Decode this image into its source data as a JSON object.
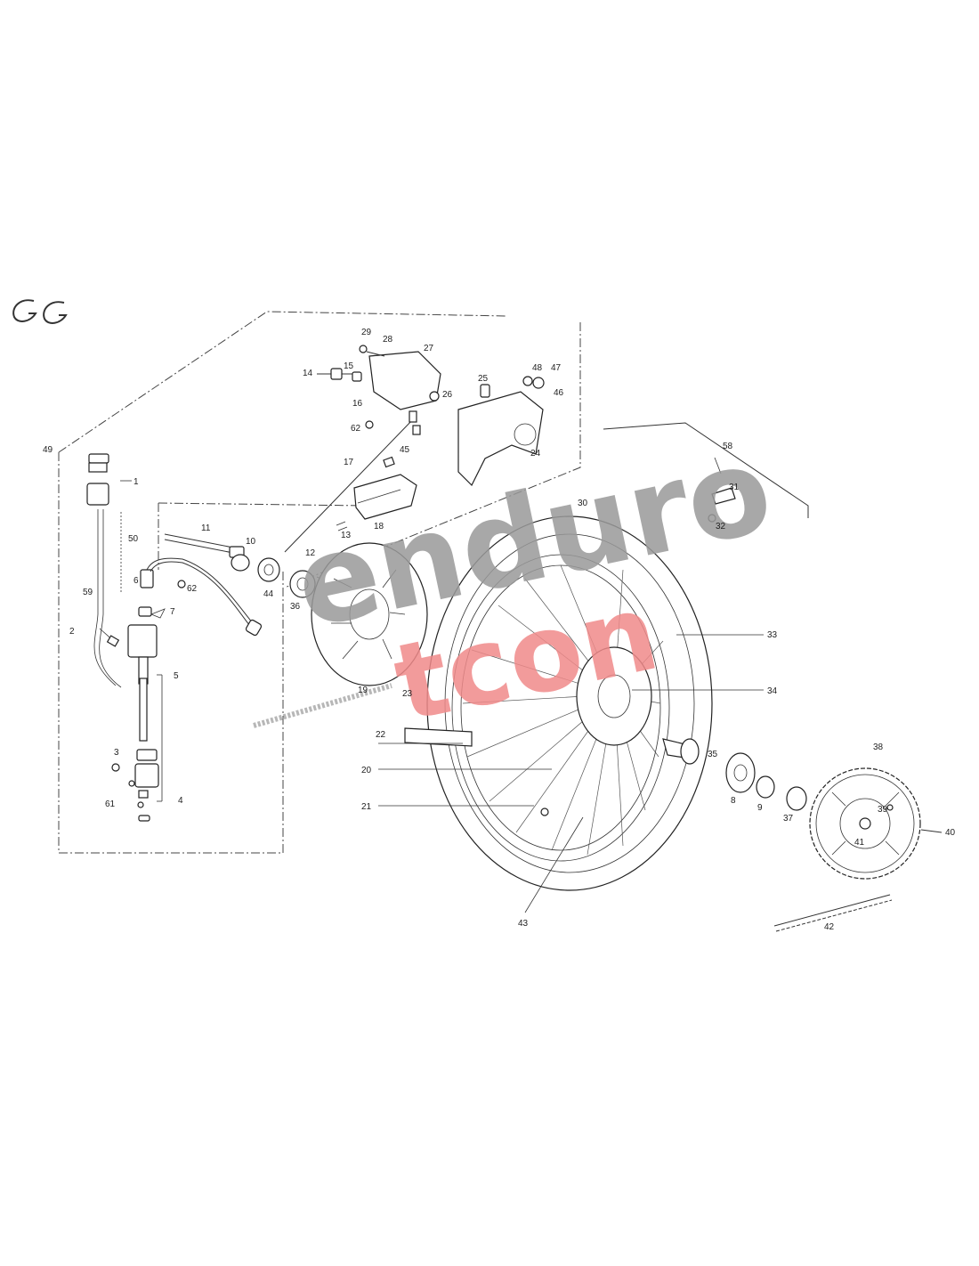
{
  "logo": {
    "text": "GG"
  },
  "watermark": {
    "line1": "enduro",
    "line2": "tcon"
  },
  "colors": {
    "watermark_gray": "#9a9a9a",
    "watermark_red": "#f08a8a",
    "ink": "#222222"
  },
  "callouts": {
    "c1": "1",
    "c2": "2",
    "c3": "3",
    "c4": "4",
    "c5": "5",
    "c6": "6",
    "c7": "7",
    "c8": "8",
    "c9": "9",
    "c10": "10",
    "c11": "11",
    "c12": "12",
    "c13": "13",
    "c14": "14",
    "c15": "15",
    "c16": "16",
    "c17": "17",
    "c18": "18",
    "c19": "19",
    "c20": "20",
    "c21": "21",
    "c22": "22",
    "c23": "23",
    "c24": "24",
    "c25": "25",
    "c26": "26",
    "c27": "27",
    "c28": "28",
    "c29": "29",
    "c30": "30",
    "c31": "31",
    "c32": "32",
    "c33": "33",
    "c34": "34",
    "c35": "35",
    "c36": "36",
    "c37": "37",
    "c38": "38",
    "c39": "39",
    "c40": "40",
    "c41": "41",
    "c42": "42",
    "c43": "43",
    "c44": "44",
    "c45": "45",
    "c46": "46",
    "c47": "47",
    "c48": "48",
    "c49": "49",
    "c50": "50",
    "c58": "58",
    "c59": "59",
    "c61": "61",
    "c62a": "62",
    "c62b": "62"
  }
}
